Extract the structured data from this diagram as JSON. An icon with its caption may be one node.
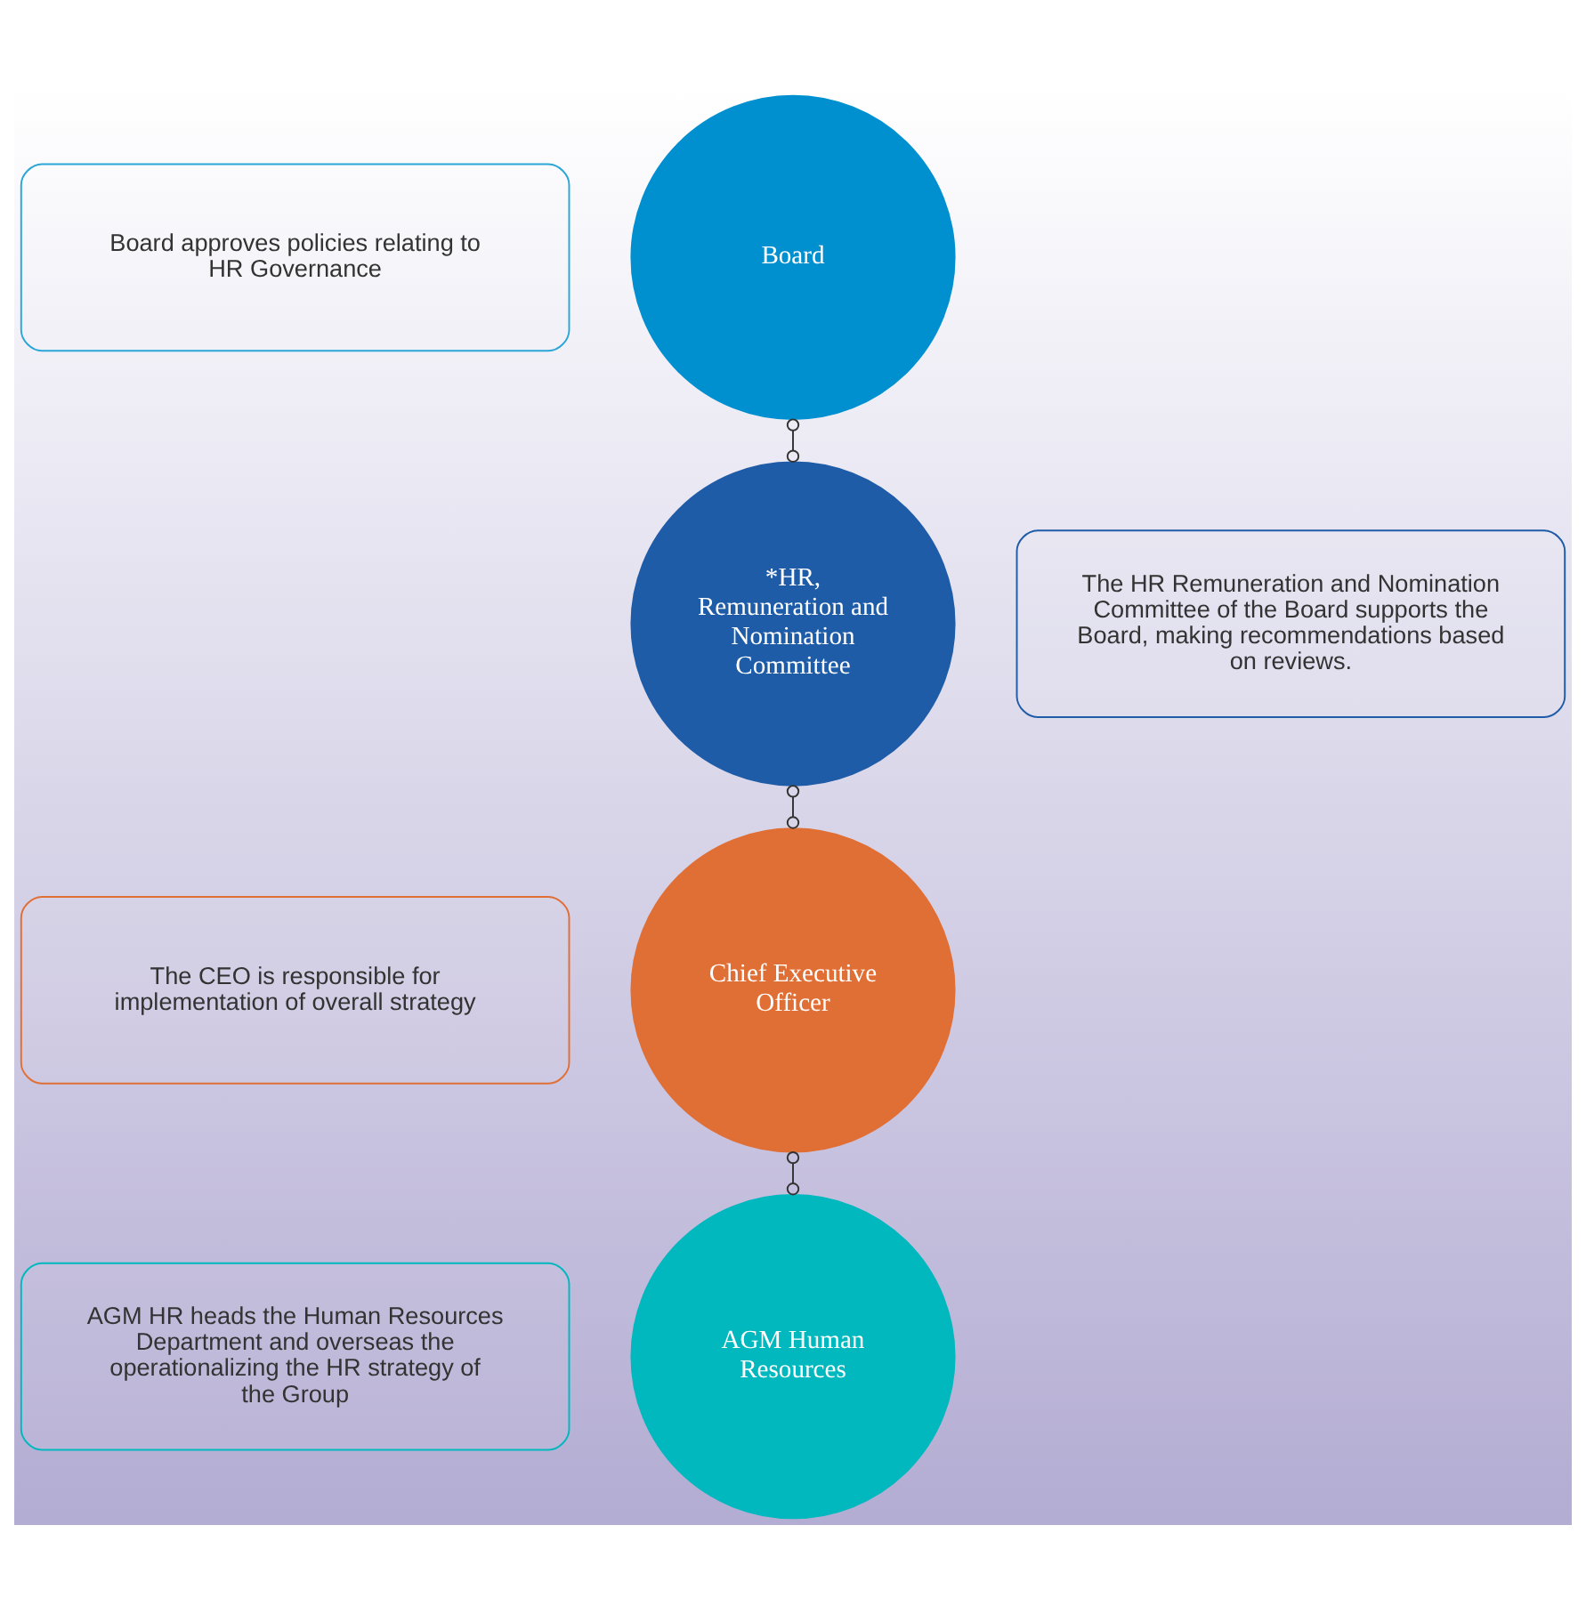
{
  "diagram": {
    "nodes": [
      {
        "text": [
          "Board approves policies relating to HR Governance"
        ]
      },
      {
        "text": [
          "Board"
        ]
      },
      {
        "text": [
          "*HR, Remuneration and Nomination Committee"
        ]
      },
      {
        "text": [
          "The HR Remuneration and Nomination Committee of the Board supports the Board, making recommendations based on reviews."
        ]
      },
      {
        "text": [
          "The CEO is responsible for implementation of overall strategy"
        ]
      },
      {
        "text": [
          "Chief Executive Officer"
        ]
      },
      {
        "text": [
          "AGM HR heads the Human Resources Department and overseas the operationalizing the HR strategy of the Group"
        ]
      },
      {
        "text": [
          "AGM Human Resources"
        ]
      }
    ],
    "edges": [
      {
        "from": 1,
        "to": 2,
        "arrow": "other"
      },
      {
        "from": 2,
        "to": 5,
        "arrow": "other"
      },
      {
        "from": 5,
        "to": 7,
        "arrow": "other"
      }
    ]
  }
}
